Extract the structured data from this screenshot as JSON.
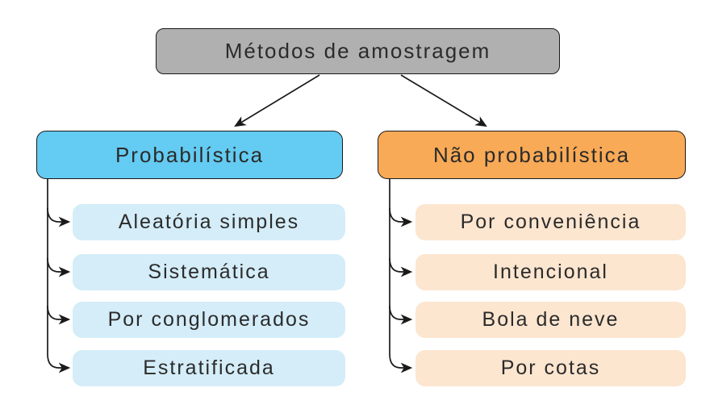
{
  "diagram": {
    "root": {
      "label": "Métodos de amostragem",
      "fill": "#B0B0B0"
    },
    "branches": [
      {
        "label": "Probabilística",
        "fill": "#64CBF2",
        "item_fill": "#D4EDF8",
        "items": [
          "Aleatória simples",
          "Sistemática",
          "Por conglomerados",
          "Estratificada"
        ]
      },
      {
        "label": "Não probabilística",
        "fill": "#F9AA56",
        "item_fill": "#FCE6D0",
        "items": [
          "Por conveniência",
          "Intencional",
          "Bola de neve",
          "Por cotas"
        ]
      }
    ],
    "colors": {
      "line": "#1a1a1a",
      "text": "#2b2b2b",
      "border": "#1a1a1a",
      "background": "#ffffff"
    }
  }
}
